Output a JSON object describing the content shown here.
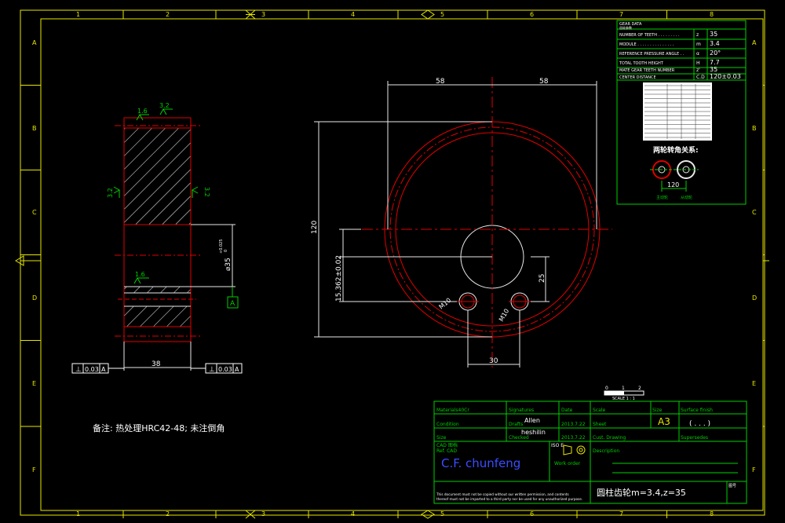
{
  "frame": {
    "columns": [
      "1",
      "2",
      "3",
      "4",
      "5",
      "6",
      "7",
      "8"
    ],
    "rows": [
      "A",
      "B",
      "C",
      "D",
      "E",
      "F"
    ]
  },
  "gear_data_table": {
    "title": "GEAR DATA",
    "title_cn": "齿轮参数",
    "rows": [
      {
        "label": "NUMBER OF TEETH . . . . . . . . .",
        "symbol": "z",
        "value": "35"
      },
      {
        "label": "MODULE . . . . . . . . . . . . . . .",
        "symbol": "m",
        "value": "3.4"
      },
      {
        "label": "REFERENCE PRESSURE ANGLE . .",
        "symbol": "α",
        "value": "20°"
      },
      {
        "label": "TOTAL TOOTH HEIGHT",
        "symbol": "H",
        "value": "7.7"
      },
      {
        "label": "MATE GEAR TEETH NUMBER",
        "symbol": "z'",
        "value": "35"
      },
      {
        "label": "CENTER DISTANCE",
        "symbol": "C.D",
        "value": "120±0.03"
      }
    ]
  },
  "meshing": {
    "title": "两轮转角关系:",
    "dimension": "120",
    "left_label": "主动轮",
    "right_label": "从动轮"
  },
  "side_view": {
    "roughness_top_left": "1.6",
    "roughness_top_right": "3.2",
    "roughness_left": "3.2",
    "roughness_right": "3.2",
    "roughness_bore": "1.6",
    "bore_dim": "⌀35",
    "bore_tol_upper": "+0.025",
    "bore_tol_lower": "0",
    "datum": "A",
    "width_dim": "38",
    "runout_left": {
      "symbol": "⊥",
      "tol": "0.03",
      "datum": "A"
    },
    "runout_right": {
      "symbol": "⊥",
      "tol": "0.03",
      "datum": "A"
    }
  },
  "note": "备注:  热处理HRC42-48;  未注倒角",
  "front_view": {
    "dim_left": "58",
    "dim_right": "58",
    "dim_height": "120",
    "dim_center": "15.362±0.02",
    "dim_hole_v": "25",
    "dim_hole_h": "30",
    "thread_left": "M10",
    "thread_right": "M10"
  },
  "title_block": {
    "scale_ticks": [
      "0",
      "1",
      "2"
    ],
    "scale_label": "SCALE 1 : 1",
    "material": "Materials40Cr",
    "signatures": "Signatures",
    "date_label": "Date",
    "scale": "Scale",
    "size_label": "Size",
    "surface_label": "Surface finish",
    "condition": "Condition",
    "drafts": "Drafts",
    "drafter": "Allen",
    "date1": "2013.7.22",
    "sheet": "Sheet",
    "size_value": "A3",
    "surface_value": "(  .  .  .  )",
    "size2": "Size",
    "checked": "Checked",
    "checker": "heshilin",
    "date2": "2013.7.22",
    "cust_drawing": "Cust. Drawing",
    "supersedes": "Supersedes",
    "cad_label": "CAD 图档",
    "cad_sub": "Ref. CAD",
    "iso_label": "ISO E",
    "description": "Description",
    "company": "C.F.   chunfeng",
    "work_order": "Work order",
    "disclaimer_1": "This document must not be copied without our written permission, and contents",
    "disclaimer_2": "thereof must not be imparted to a third party nor be used for any unauthorized purpose.",
    "part_name": "圆柱齿轮m=3.4,z=35",
    "part_no_label": "图号"
  }
}
